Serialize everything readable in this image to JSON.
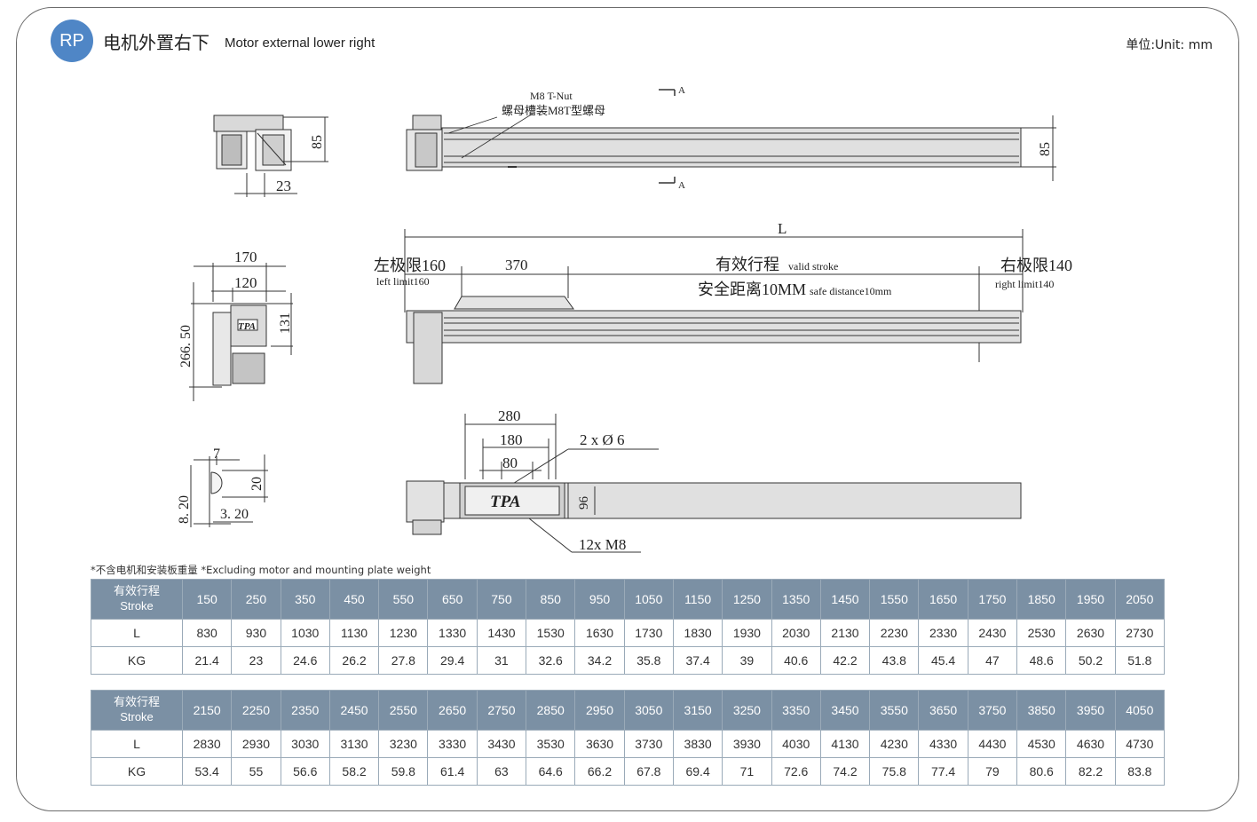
{
  "header": {
    "badge": "RP",
    "title_cn": "电机外置右下",
    "title_en": "Motor external lower right",
    "unit": "单位:Unit: mm"
  },
  "drawing": {
    "dim_85_left": "85",
    "dim_23": "23",
    "tnut_label": "M8 T-Nut",
    "tnut_label_cn": "螺母槽装M8T型螺母",
    "section_a_top": "A",
    "section_a_bottom": "A",
    "dim_85_right": "85",
    "dim_L": "L",
    "dim_170": "170",
    "dim_120": "120",
    "dim_131": "131",
    "dim_266": "266. 50",
    "left_limit_cn": "左极限160",
    "left_limit_en": "left limit160",
    "dim_370": "370",
    "valid_stroke_cn": "有效行程",
    "valid_stroke_en": "valid stroke",
    "safe_distance_cn": "安全距离10MM",
    "safe_distance_en": "safe distance10mm",
    "right_limit_cn": "右极限140",
    "right_limit_en": "right limit140",
    "dim_7": "7",
    "dim_20": "20",
    "dim_820": "8. 20",
    "dim_320": "3. 20",
    "dim_280": "280",
    "dim_180": "180",
    "dim_80": "80",
    "hole_label": "2 x Ø 6",
    "dim_96": "96",
    "screw_label": "12x  M8",
    "logo": "TPA"
  },
  "note": "*不含电机和安装板重量  *Excluding motor and mounting plate weight",
  "tables": [
    {
      "header_cn": "有效行程",
      "header_en": "Stroke",
      "strokes": [
        "150",
        "250",
        "350",
        "450",
        "550",
        "650",
        "750",
        "850",
        "950",
        "1050",
        "1150",
        "1250",
        "1350",
        "1450",
        "1550",
        "1650",
        "1750",
        "1850",
        "1950",
        "2050"
      ],
      "rows": [
        {
          "label": "L",
          "values": [
            "830",
            "930",
            "1030",
            "1130",
            "1230",
            "1330",
            "1430",
            "1530",
            "1630",
            "1730",
            "1830",
            "1930",
            "2030",
            "2130",
            "2230",
            "2330",
            "2430",
            "2530",
            "2630",
            "2730"
          ]
        },
        {
          "label": "KG",
          "values": [
            "21.4",
            "23",
            "24.6",
            "26.2",
            "27.8",
            "29.4",
            "31",
            "32.6",
            "34.2",
            "35.8",
            "37.4",
            "39",
            "40.6",
            "42.2",
            "43.8",
            "45.4",
            "47",
            "48.6",
            "50.2",
            "51.8"
          ]
        }
      ]
    },
    {
      "header_cn": "有效行程",
      "header_en": "Stroke",
      "strokes": [
        "2150",
        "2250",
        "2350",
        "2450",
        "2550",
        "2650",
        "2750",
        "2850",
        "2950",
        "3050",
        "3150",
        "3250",
        "3350",
        "3450",
        "3550",
        "3650",
        "3750",
        "3850",
        "3950",
        "4050"
      ],
      "rows": [
        {
          "label": "L",
          "values": [
            "2830",
            "2930",
            "3030",
            "3130",
            "3230",
            "3330",
            "3430",
            "3530",
            "3630",
            "3730",
            "3830",
            "3930",
            "4030",
            "4130",
            "4230",
            "4330",
            "4430",
            "4530",
            "4630",
            "4730"
          ]
        },
        {
          "label": "KG",
          "values": [
            "53.4",
            "55",
            "56.6",
            "58.2",
            "59.8",
            "61.4",
            "63",
            "64.6",
            "66.2",
            "67.8",
            "69.4",
            "71",
            "72.6",
            "74.2",
            "75.8",
            "77.4",
            "79",
            "80.6",
            "82.2",
            "83.8"
          ]
        }
      ]
    }
  ]
}
